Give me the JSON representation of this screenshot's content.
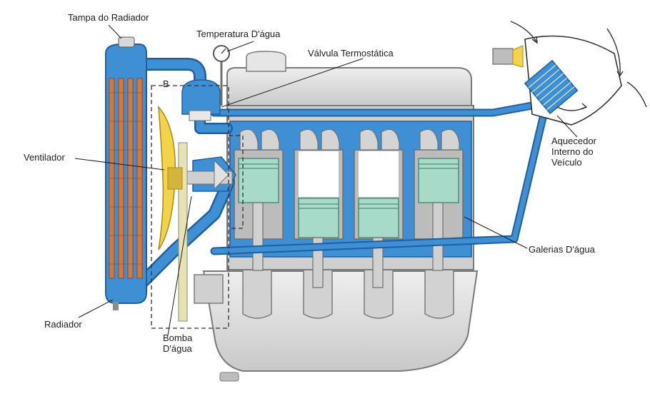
{
  "diagram": {
    "labels": {
      "radiator_cap": "Tampa do Radiador",
      "water_temperature": "Temperatura D'água",
      "thermostatic_valve": "Válvula Termostática",
      "fan": "Ventilador",
      "radiator": "Radiador",
      "water_pump_line1": "Bomba",
      "water_pump_line2": "D'água",
      "heater_line1": "Aquecedor",
      "heater_line2": "Interno do",
      "heater_line3": "Veículo",
      "water_galleries": "Galerias D'água",
      "marker_b": "B"
    }
  },
  "colors": {
    "coolant": "#3f8fd4",
    "coolant_dark": "#1f5f9e",
    "engine_metal": "#dcdcdc",
    "engine_edge": "#7a7a7a",
    "piston": "#a8dac9",
    "fan_blade": "#f3d34a",
    "radiator_fin": "#d9773a"
  }
}
